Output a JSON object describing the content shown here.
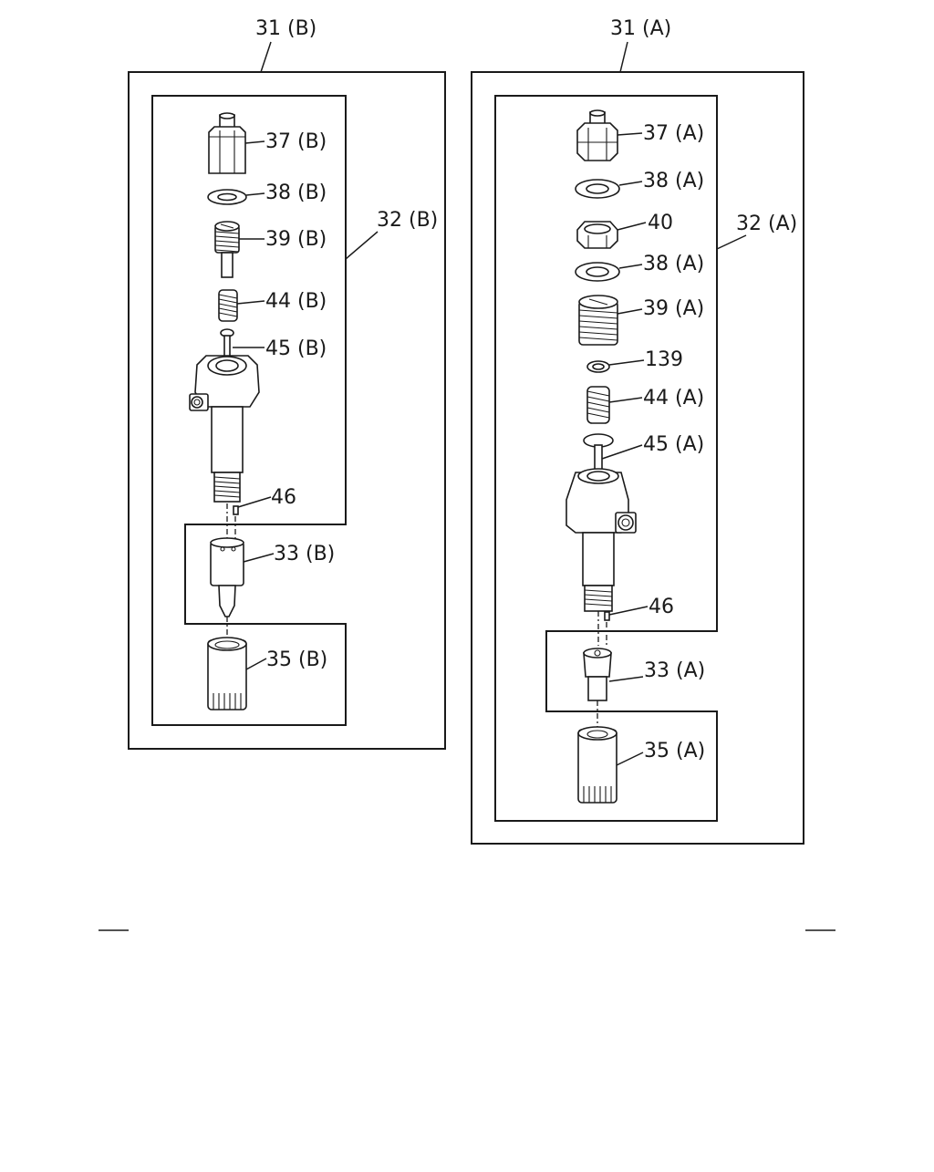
{
  "diagram": {
    "assemblies": [
      {
        "id": "B",
        "outer_label": "31 (B)",
        "inner_label": "32 (B)",
        "parts": [
          {
            "key": "nut",
            "label": "37 (B)",
            "icon": "fitting-nut-icon"
          },
          {
            "key": "washer",
            "label": "38 (B)",
            "icon": "washer-icon"
          },
          {
            "key": "adjust_screw",
            "label": "39 (B)",
            "icon": "adjusting-screw-icon"
          },
          {
            "key": "spring",
            "label": "44 (B)",
            "icon": "spring-icon"
          },
          {
            "key": "push_rod",
            "label": "45 (B)",
            "icon": "push-rod-icon"
          },
          {
            "key": "pin",
            "label": "46",
            "icon": "pin-icon"
          },
          {
            "key": "nozzle",
            "label": "33 (B)",
            "icon": "nozzle-icon"
          },
          {
            "key": "retaining_nut",
            "label": "35 (B)",
            "icon": "retaining-nut-icon"
          }
        ]
      },
      {
        "id": "A",
        "outer_label": "31 (A)",
        "inner_label": "32 (A)",
        "parts": [
          {
            "key": "nut",
            "label": "37 (A)",
            "icon": "fitting-nut-icon"
          },
          {
            "key": "washer_top",
            "label": "38 (A)",
            "icon": "washer-icon"
          },
          {
            "key": "lock_nut",
            "label": "40",
            "icon": "lock-nut-icon"
          },
          {
            "key": "washer_bottom",
            "label": "38 (A)",
            "icon": "washer-icon"
          },
          {
            "key": "adjust_screw",
            "label": "39 (A)",
            "icon": "adjusting-screw-icon"
          },
          {
            "key": "small_washer",
            "label": "139",
            "icon": "small-washer-icon"
          },
          {
            "key": "spring",
            "label": "44 (A)",
            "icon": "spring-icon"
          },
          {
            "key": "push_rod",
            "label": "45 (A)",
            "icon": "push-rod-icon"
          },
          {
            "key": "pin",
            "label": "46",
            "icon": "pin-icon"
          },
          {
            "key": "nozzle",
            "label": "33 (A)",
            "icon": "nozzle-icon"
          },
          {
            "key": "retaining_nut",
            "label": "35 (A)",
            "icon": "retaining-nut-icon"
          }
        ]
      }
    ]
  }
}
